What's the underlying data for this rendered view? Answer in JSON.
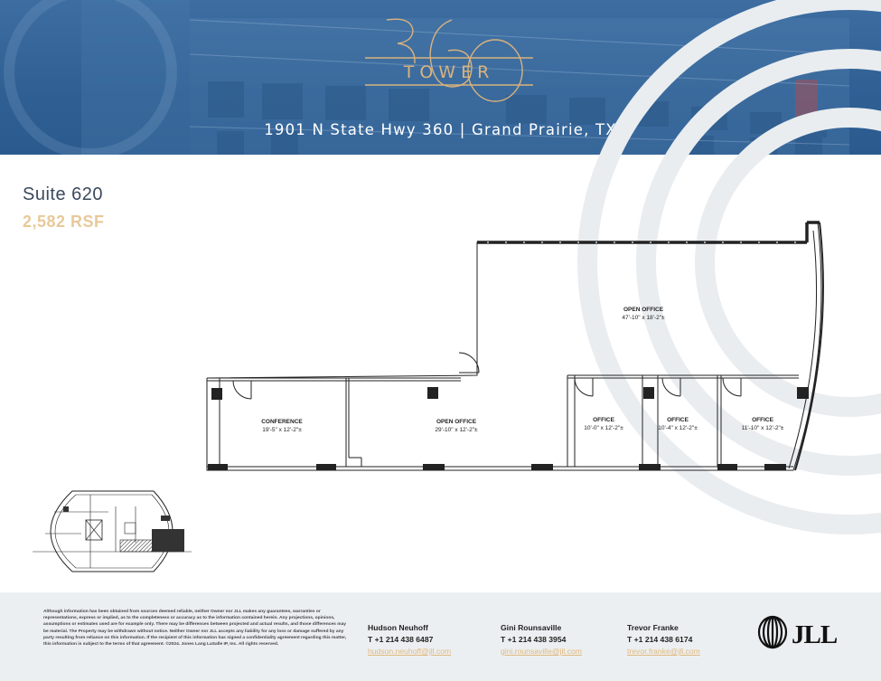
{
  "header": {
    "logo_number": "360",
    "logo_word": "TOWER",
    "address": "1901 N State Hwy 360 | Grand Prairie, TX"
  },
  "suite": {
    "title": "Suite 620",
    "rsf": "2,582 RSF"
  },
  "rooms": [
    {
      "name": "CONFERENCE",
      "dims": "19'-5\" x 12'-2\"±"
    },
    {
      "name": "OPEN OFFICE",
      "dims": "29'-10\" x 12'-2\"±"
    },
    {
      "name": "OFFICE",
      "dims": "10'-0\" x 12'-2\"±"
    },
    {
      "name": "OFFICE",
      "dims": "10'-4\" x 12'-2\"±"
    },
    {
      "name": "OFFICE",
      "dims": "11'-10\" x 12'-2\"±"
    },
    {
      "name": "OPEN OFFICE",
      "dims": "47'-10\" x 18'-2\"±"
    }
  ],
  "disclaimer": "Although information has been obtained from sources deemed reliable, neither Owner nor JLL makes any guarantees, warranties or representations, express or implied, as to the completeness or accuracy as to the information contained herein. Any projections, opinions, assumptions or estimates used are for example only. There may be differences between projected and actual results, and those differences may be material. The Property may be withdrawn without notice. Neither Owner nor JLL accepts any liability for any loss or damage suffered by any party resulting from reliance on this information. If the recipient of this information has signed a confidentiality agreement regarding this matter, this information is subject to the terms of that agreement. ©2024. Jones Lang LaSalle IP, Inc. All rights reserved.",
  "contacts": [
    {
      "name": "Hudson Neuhoff",
      "phone": "T +1 214 438 6487",
      "email": "hudson.neuhoff@jll.com"
    },
    {
      "name": "Gini Rounsaville",
      "phone": "T +1 214 438 3954",
      "email": "gini.rounsaville@jll.com"
    },
    {
      "name": "Trevor Franke",
      "phone": "T +1 214 438 6174",
      "email": "trevor.franke@jll.com"
    }
  ],
  "brand": {
    "logo_text": "JLL",
    "logo_icon": "jll-globe-icon",
    "header_blue": "#2f5f93",
    "gold": "#d9b27c",
    "rsf_color": "#e8c99a",
    "footer_bg": "#eceff1"
  }
}
